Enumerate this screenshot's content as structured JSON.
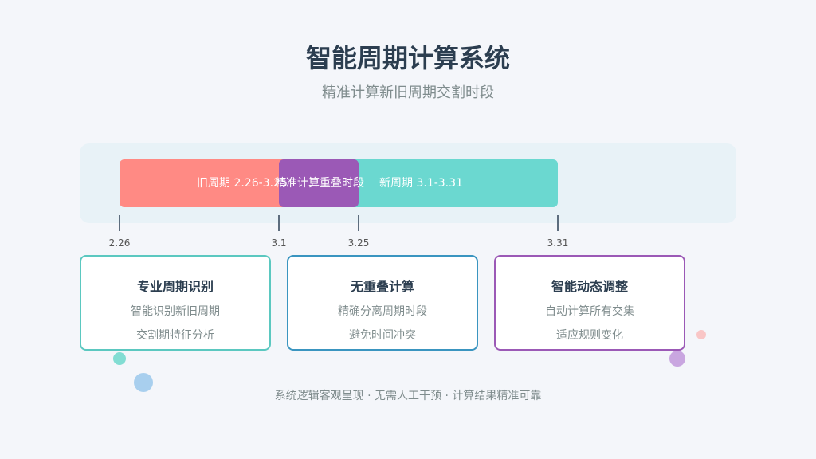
{
  "header": {
    "title": "智能周期计算系统",
    "subtitle": "精准计算新旧周期交割时段"
  },
  "timeline": {
    "old_label": "旧周期 2.26-3.25",
    "overlap_label": "精准计算重叠时段",
    "new_label": "新周期 3.1-3.31",
    "ticks": [
      "2.26",
      "3.1",
      "3.25",
      "3.31"
    ],
    "colors": {
      "old": "#ff8a84",
      "overlap": "#9b59b6",
      "new": "#6bd8d0"
    }
  },
  "cards": [
    {
      "title": "专业周期识别",
      "line1": "智能识别新旧周期",
      "line2": "交割期特征分析",
      "border": "#5bc8c0"
    },
    {
      "title": "无重叠计算",
      "line1": "精确分离周期时段",
      "line2": "避免时间冲突",
      "border": "#3a95c0"
    },
    {
      "title": "智能动态调整",
      "line1": "自动计算所有交集",
      "line2": "适应规则变化",
      "border": "#9b59b6"
    }
  ],
  "footer": {
    "text": "系统逻辑客观呈现 · 无需人工干预 · 计算结果精准可靠"
  }
}
